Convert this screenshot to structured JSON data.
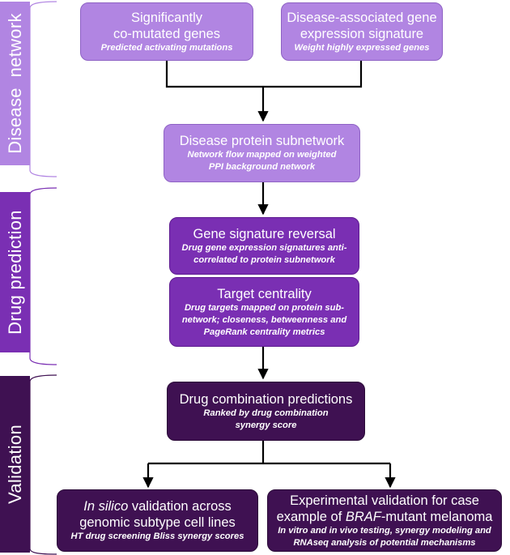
{
  "stages": [
    {
      "label": "Disease  network",
      "color": "#b185e2"
    },
    {
      "label": "Drug prediction",
      "color": "#7a2fb3"
    },
    {
      "label": "Validation",
      "color": "#3f1152"
    }
  ],
  "boxes": {
    "comutated": {
      "title_line1": "Significantly",
      "title_line2": "co-mutated genes",
      "subtitle": "Predicted activating mutations"
    },
    "expression": {
      "title_line1": "Disease-associated gene",
      "title_line2": "expression signature",
      "subtitle": "Weight highly expressed genes"
    },
    "subnetwork": {
      "title": "Disease protein subnetwork",
      "subtitle_line1": "Network flow mapped on weighted",
      "subtitle_line2": "PPI background network"
    },
    "reversal": {
      "title": "Gene signature reversal",
      "subtitle_line1": "Drug gene expression signatures anti-",
      "subtitle_line2": "correlated to protein subnetwork"
    },
    "centrality": {
      "title": "Target centrality",
      "subtitle_line1": "Drug targets mapped on protein sub-",
      "subtitle_line2": "network; closeness, betweenness and",
      "subtitle_line3": "PageRank centrality metrics"
    },
    "combination": {
      "title": "Drug combination predictions",
      "subtitle_line1": "Ranked by drug combination",
      "subtitle_line2": "synergy score"
    },
    "insilico": {
      "title_italic": "In silico",
      "title_rest": " validation across",
      "title_line2": "genomic subtype cell lines",
      "subtitle": "HT drug screening Bliss synergy scores"
    },
    "experimental": {
      "title_line1": "Experimental validation for case",
      "title_pre": "example of ",
      "title_italic": "BRAF",
      "title_post": "-mutant melanoma",
      "subtitle_line1": "In vitro and in vivo testing, synergy modeling and",
      "subtitle_line2": "RNAseq analysis of potential mechanisms"
    }
  }
}
